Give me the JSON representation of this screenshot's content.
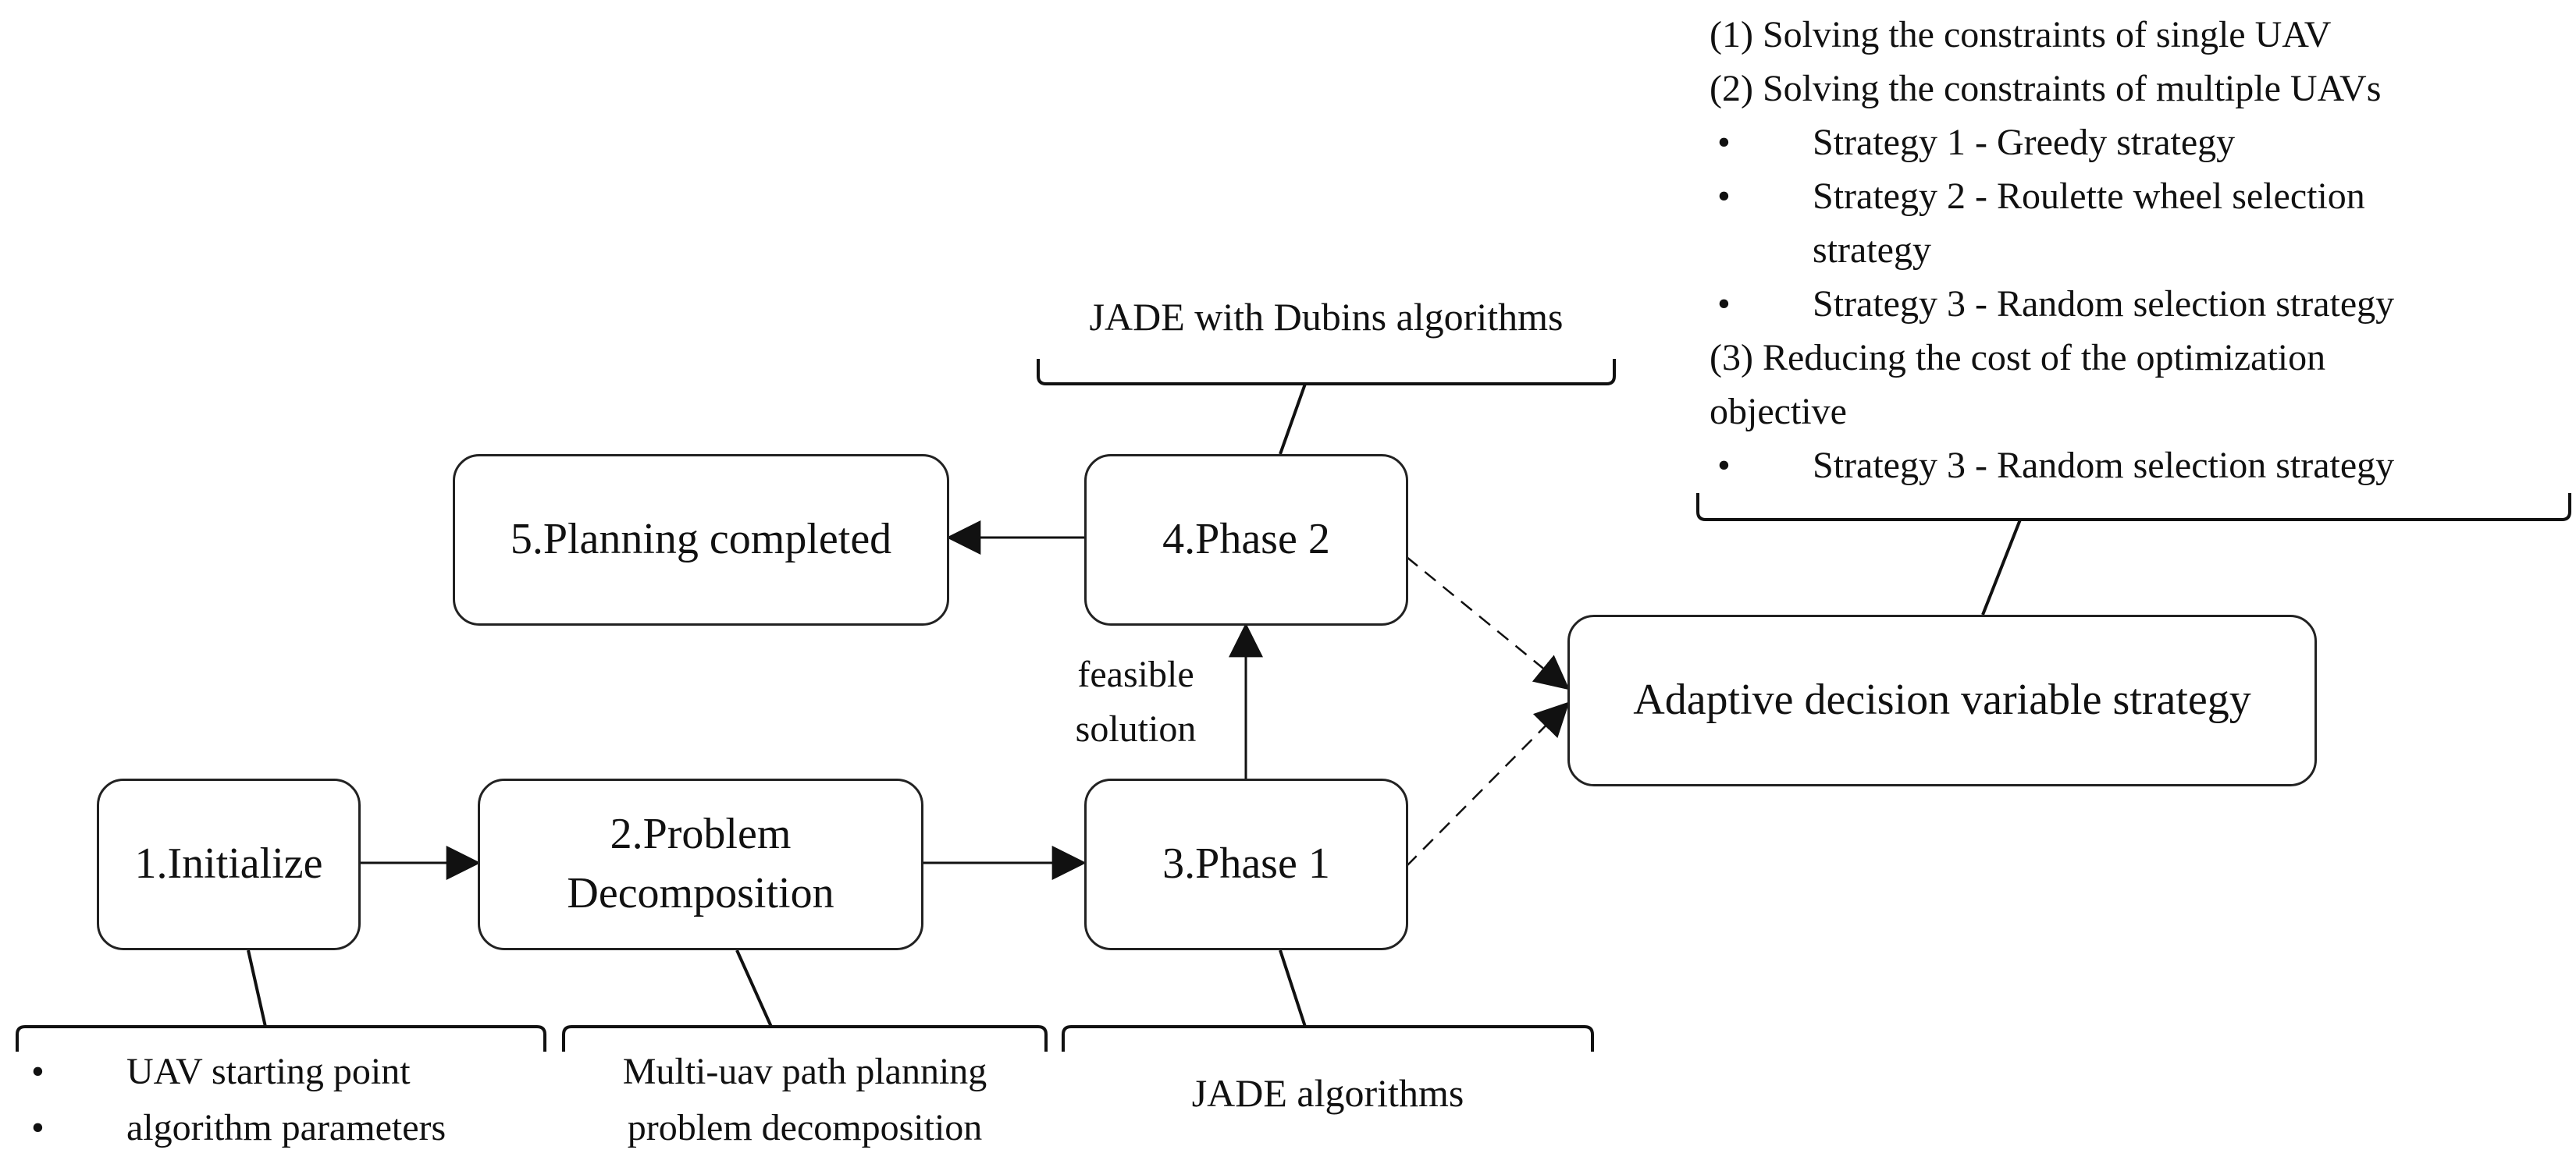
{
  "nodes": {
    "initialize": "1.Initialize",
    "problem_decomposition_1": "2.Problem",
    "problem_decomposition_2": "Decomposition",
    "phase1": "3.Phase 1",
    "phase2": "4.Phase 2",
    "planning_completed": "5.Planning completed",
    "adaptive": "Adaptive decision variable strategy"
  },
  "edge_labels": {
    "feasible_1": "feasible",
    "feasible_2": "solution"
  },
  "annotations": {
    "phase2_note": "JADE with Dubins algorithms",
    "initialize_items": [
      "UAV starting point",
      "algorithm parameters"
    ],
    "decomposition_note": [
      "Multi-uav path planning",
      "problem decomposition"
    ],
    "phase1_note": "JADE algorithms",
    "bullet": "•",
    "adaptive_list": {
      "item1": "(1) Solving the constraints of single UAV",
      "item2": "(2) Solving the constraints of multiple UAVs",
      "s1": "Strategy 1 - Greedy strategy",
      "s2a": "Strategy 2 - Roulette wheel selection",
      "s2b": "strategy",
      "s3": "Strategy 3 - Random selection strategy",
      "item3a": "(3) Reducing the cost of the optimization",
      "item3b": "objective",
      "s3b": "Strategy 3 - Random selection strategy"
    }
  }
}
